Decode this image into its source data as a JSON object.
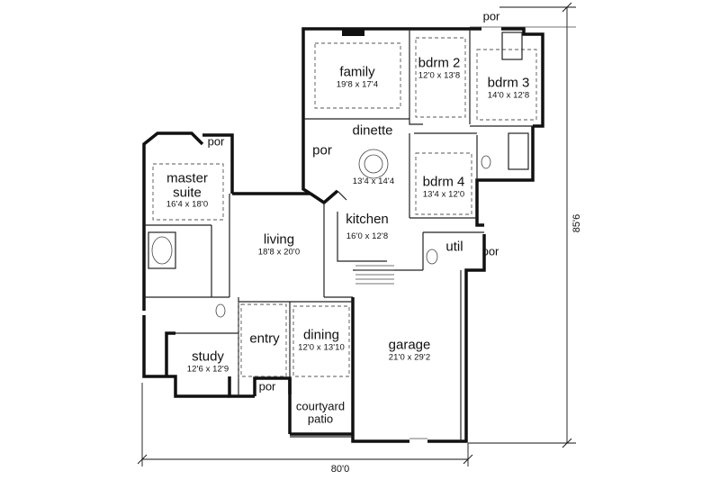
{
  "rooms": {
    "family": {
      "name": "family",
      "size": "19'8 x 17'4"
    },
    "bdrm2": {
      "name": "bdrm 2",
      "size": "12'0 x 13'8"
    },
    "bdrm3": {
      "name": "bdrm 3",
      "size": "14'0 x 12'8"
    },
    "dinette": {
      "name": "dinette",
      "size": "13'4 x 14'4"
    },
    "bdrm4": {
      "name": "bdrm 4",
      "size": "13'4 x 12'0"
    },
    "master": {
      "name1": "master",
      "name2": "suite",
      "size": "16'4 x 18'0"
    },
    "living": {
      "name": "living",
      "size": "18'8 x 20'0"
    },
    "kitchen": {
      "name": "kitchen",
      "size": "16'0 x 12'8"
    },
    "util": {
      "name": "util"
    },
    "study": {
      "name": "study",
      "size": "12'6 x 12'9"
    },
    "entry": {
      "name": "entry"
    },
    "dining": {
      "name": "dining",
      "size": "12'0 x 13'10"
    },
    "garage": {
      "name": "garage",
      "size": "21'0 x 29'2"
    },
    "courtyard": {
      "name1": "courtyard",
      "name2": "patio"
    }
  },
  "porches": {
    "top": "por",
    "master": "por",
    "dinette": "por",
    "util": "por",
    "entry": "por"
  },
  "dimensions": {
    "width": "80'0",
    "depth": "85'6"
  }
}
